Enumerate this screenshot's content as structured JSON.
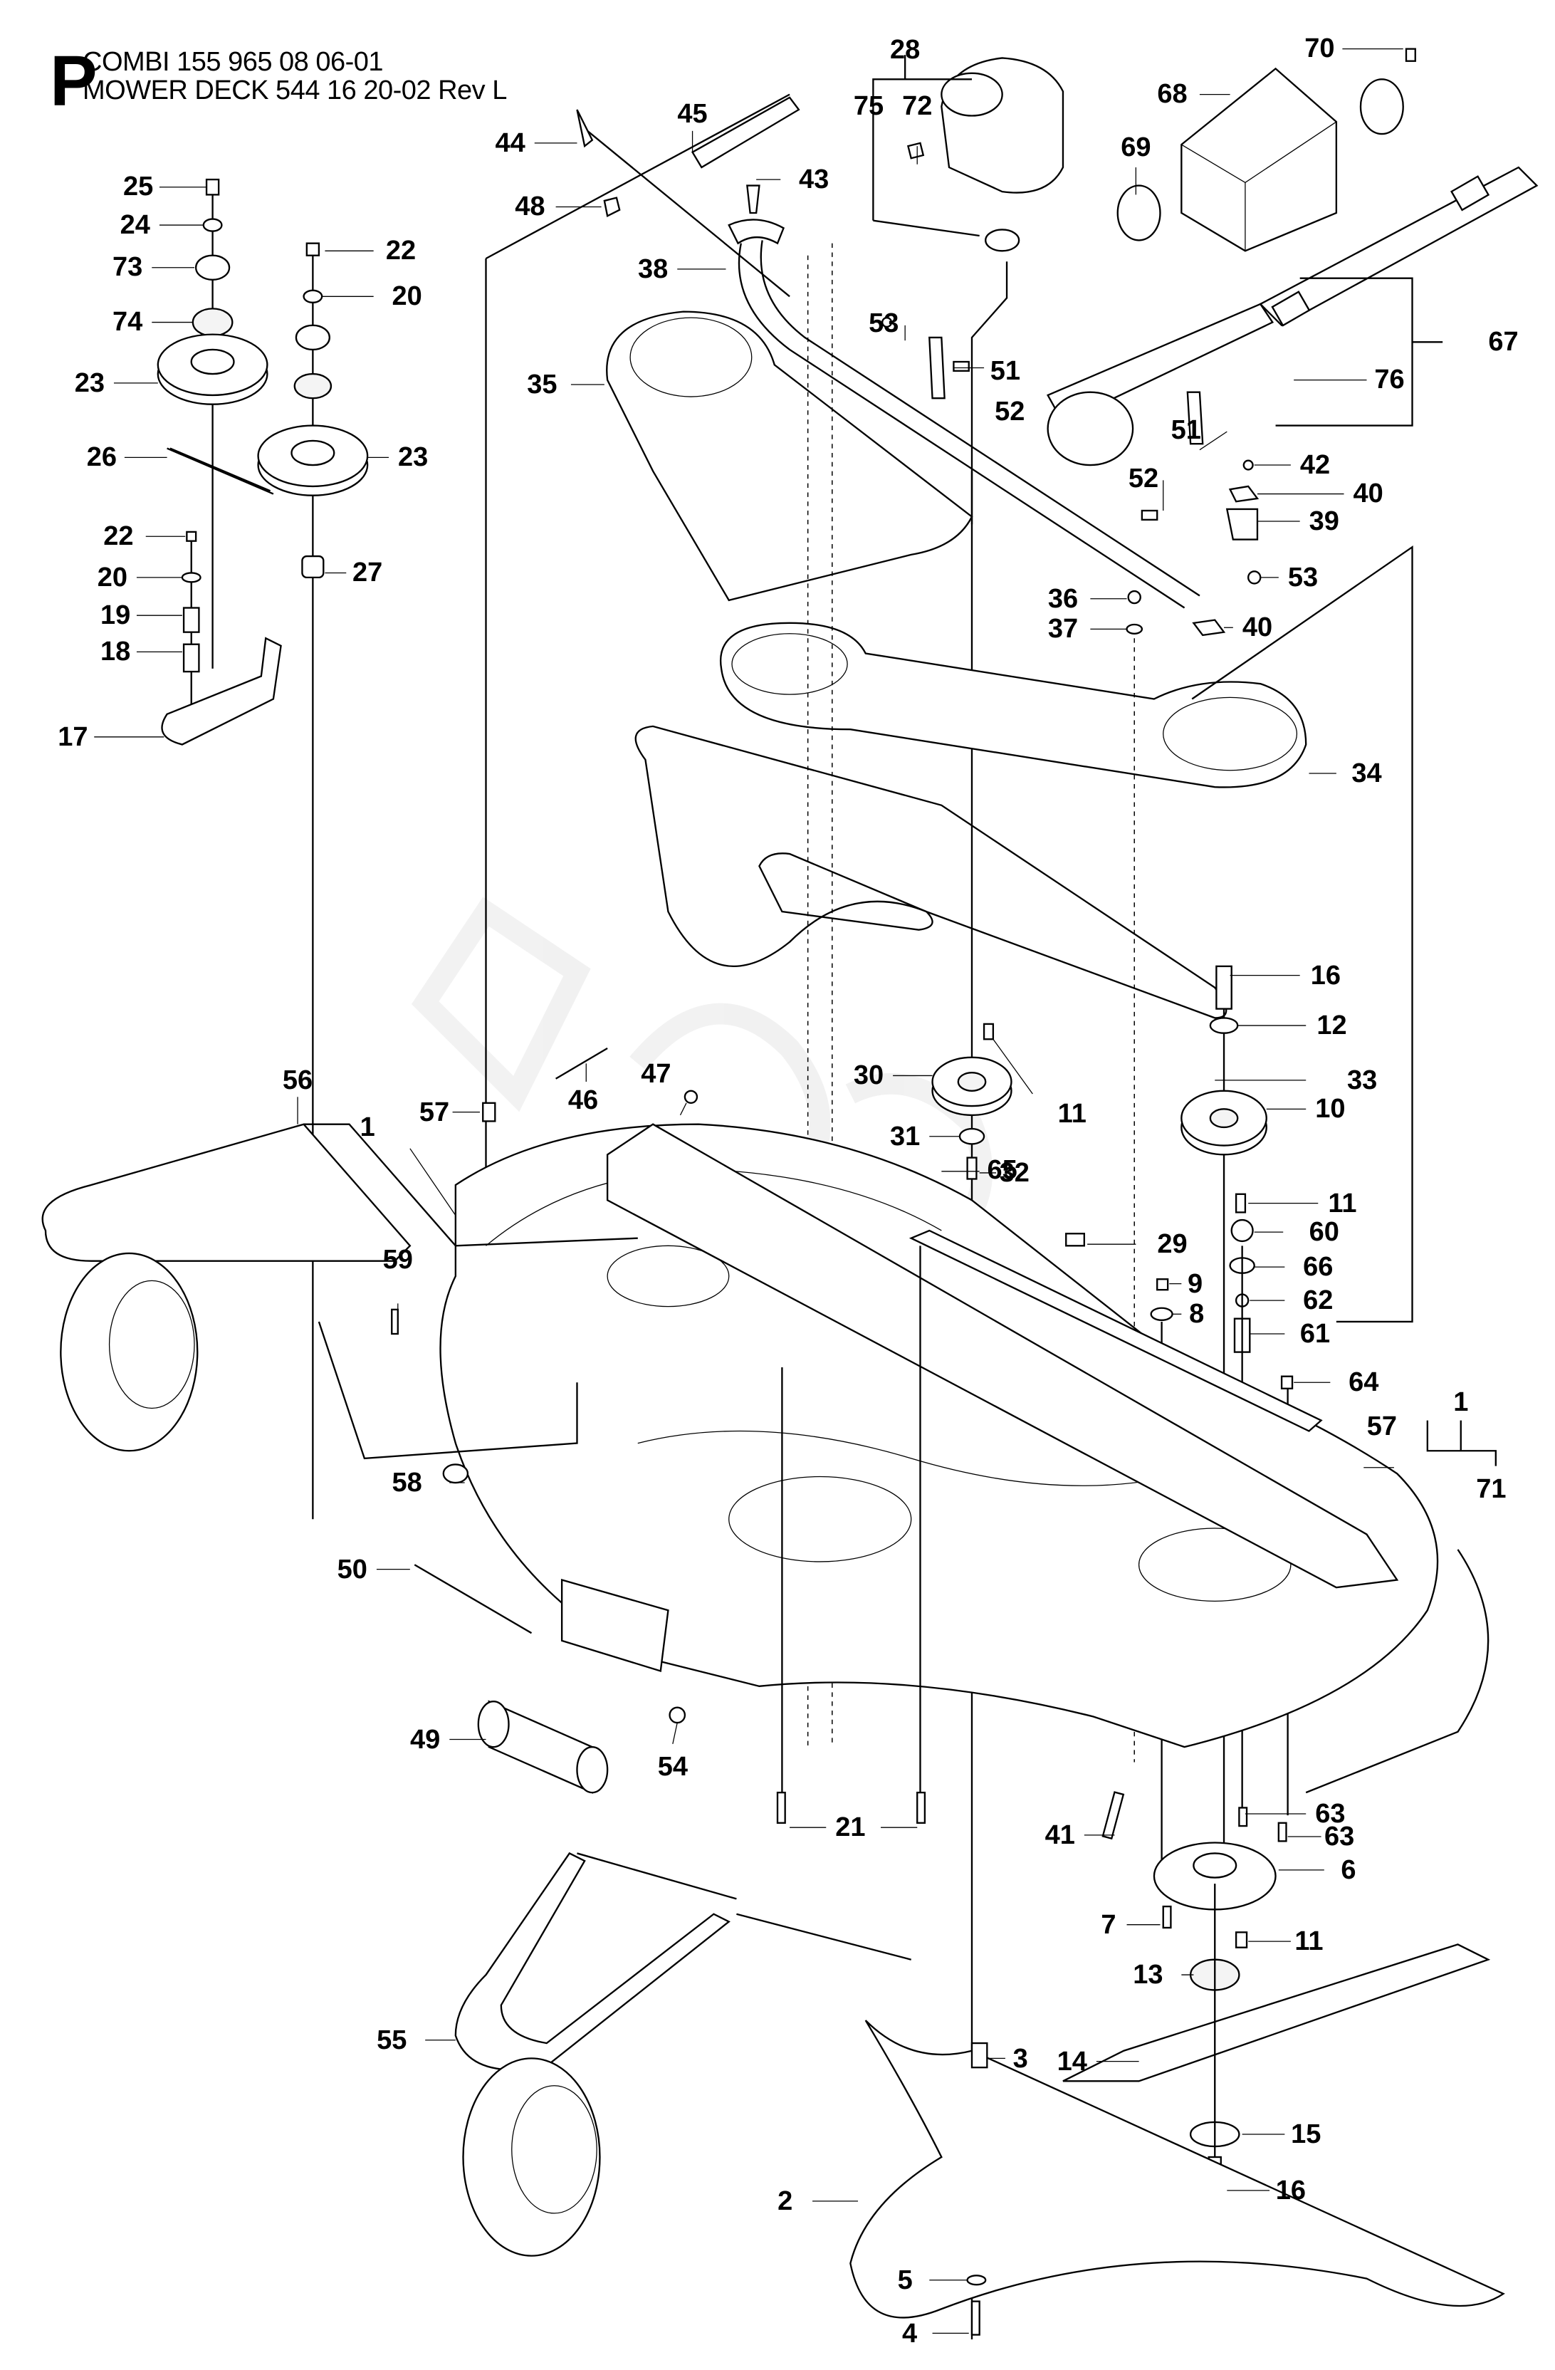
{
  "header": {
    "section_letter": "P",
    "model_line": "COMBI 155  965 08 06-01",
    "assembly_line": "MOWER DECK 544 16 20-02 Rev L"
  },
  "diagram": {
    "type": "exploded parts diagram",
    "subject": "Mower deck assembly",
    "callouts": [
      {
        "id": "c25",
        "label": "25"
      },
      {
        "id": "c24",
        "label": "24"
      },
      {
        "id": "c73",
        "label": "73"
      },
      {
        "id": "c74",
        "label": "74"
      },
      {
        "id": "c23a",
        "label": "23"
      },
      {
        "id": "c26",
        "label": "26"
      },
      {
        "id": "c22a",
        "label": "22"
      },
      {
        "id": "c20a",
        "label": "20"
      },
      {
        "id": "c19",
        "label": "19"
      },
      {
        "id": "c18",
        "label": "18"
      },
      {
        "id": "c17",
        "label": "17"
      },
      {
        "id": "c22b",
        "label": "22"
      },
      {
        "id": "c20b",
        "label": "20"
      },
      {
        "id": "c23b",
        "label": "23"
      },
      {
        "id": "c27",
        "label": "27"
      },
      {
        "id": "c44",
        "label": "44"
      },
      {
        "id": "c45",
        "label": "45"
      },
      {
        "id": "c48",
        "label": "48"
      },
      {
        "id": "c43",
        "label": "43"
      },
      {
        "id": "c38",
        "label": "38"
      },
      {
        "id": "c35",
        "label": "35"
      },
      {
        "id": "c28",
        "label": "28"
      },
      {
        "id": "c75",
        "label": "75"
      },
      {
        "id": "c72",
        "label": "72"
      },
      {
        "id": "c53a",
        "label": "53"
      },
      {
        "id": "c51a",
        "label": "51"
      },
      {
        "id": "c52a",
        "label": "52"
      },
      {
        "id": "c70",
        "label": "70"
      },
      {
        "id": "c68",
        "label": "68"
      },
      {
        "id": "c69",
        "label": "69"
      },
      {
        "id": "c67",
        "label": "67"
      },
      {
        "id": "c76",
        "label": "76"
      },
      {
        "id": "c51b",
        "label": "51"
      },
      {
        "id": "c52b",
        "label": "52"
      },
      {
        "id": "c42",
        "label": "42"
      },
      {
        "id": "c40a",
        "label": "40"
      },
      {
        "id": "c39",
        "label": "39"
      },
      {
        "id": "c53b",
        "label": "53"
      },
      {
        "id": "c36",
        "label": "36"
      },
      {
        "id": "c37",
        "label": "37"
      },
      {
        "id": "c40b",
        "label": "40"
      },
      {
        "id": "c34",
        "label": "34"
      },
      {
        "id": "c16a",
        "label": "16"
      },
      {
        "id": "c12",
        "label": "12"
      },
      {
        "id": "c33",
        "label": "33"
      },
      {
        "id": "c30",
        "label": "30"
      },
      {
        "id": "c11a",
        "label": "11"
      },
      {
        "id": "c31",
        "label": "31"
      },
      {
        "id": "c32",
        "label": "32"
      },
      {
        "id": "c10",
        "label": "10"
      },
      {
        "id": "c11b",
        "label": "11"
      },
      {
        "id": "c60",
        "label": "60"
      },
      {
        "id": "c65",
        "label": "65"
      },
      {
        "id": "c29",
        "label": "29"
      },
      {
        "id": "c9",
        "label": "9"
      },
      {
        "id": "c66",
        "label": "66"
      },
      {
        "id": "c8",
        "label": "8"
      },
      {
        "id": "c62",
        "label": "62"
      },
      {
        "id": "c61",
        "label": "61"
      },
      {
        "id": "c64",
        "label": "64"
      },
      {
        "id": "c56",
        "label": "56"
      },
      {
        "id": "c1a",
        "label": "1"
      },
      {
        "id": "c57a",
        "label": "57"
      },
      {
        "id": "c46",
        "label": "46"
      },
      {
        "id": "c47",
        "label": "47"
      },
      {
        "id": "c59",
        "label": "59"
      },
      {
        "id": "c58",
        "label": "58"
      },
      {
        "id": "c50",
        "label": "50"
      },
      {
        "id": "c49",
        "label": "49"
      },
      {
        "id": "c54",
        "label": "54"
      },
      {
        "id": "c57b",
        "label": "57"
      },
      {
        "id": "c1b",
        "label": "1"
      },
      {
        "id": "c71",
        "label": "71"
      },
      {
        "id": "c21",
        "label": "21"
      },
      {
        "id": "c41",
        "label": "41"
      },
      {
        "id": "c63a",
        "label": "63"
      },
      {
        "id": "c63b",
        "label": "63"
      },
      {
        "id": "c6",
        "label": "6"
      },
      {
        "id": "c7",
        "label": "7"
      },
      {
        "id": "c11c",
        "label": "11"
      },
      {
        "id": "c13",
        "label": "13"
      },
      {
        "id": "c14",
        "label": "14"
      },
      {
        "id": "c15",
        "label": "15"
      },
      {
        "id": "c16b",
        "label": "16"
      },
      {
        "id": "c3",
        "label": "3"
      },
      {
        "id": "c55",
        "label": "55"
      },
      {
        "id": "c2",
        "label": "2"
      },
      {
        "id": "c5",
        "label": "5"
      },
      {
        "id": "c4",
        "label": "4"
      }
    ]
  }
}
